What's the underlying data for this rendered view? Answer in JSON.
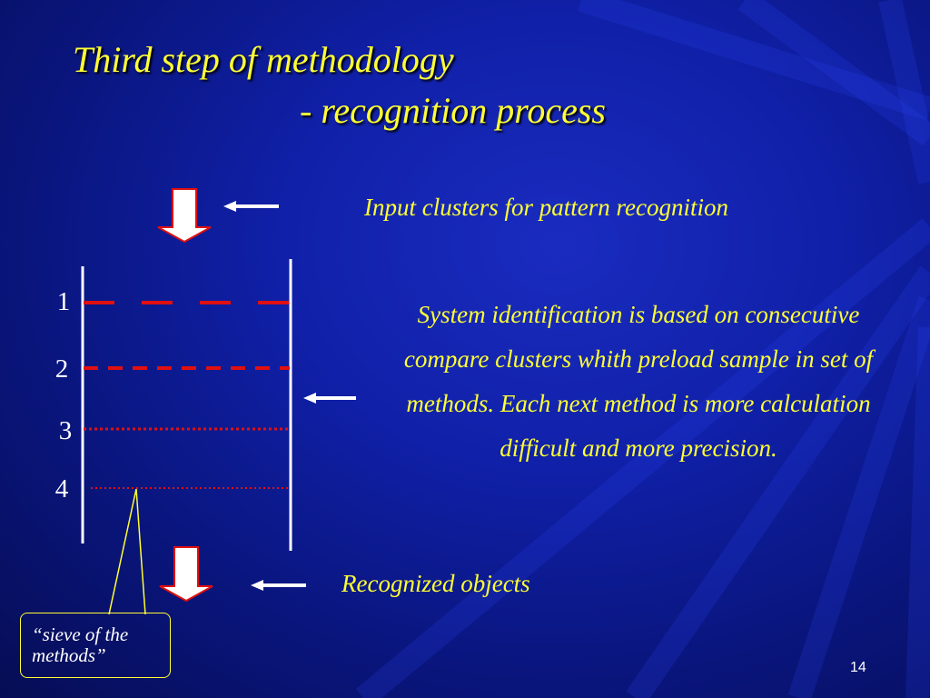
{
  "slide": {
    "title_line1": "Third step of methodology",
    "title_line2": "- recognition process",
    "input_label": "Input clusters for pattern recognition",
    "description": "System identification is based on consecutive compare clusters whith preload sample in set of methods. Each next method is more calculation difficult and more precision.",
    "output_label": "Recognized objects",
    "callout": "“sieve of the methods”",
    "page_number": "14"
  },
  "sieve_levels": [
    {
      "number": "1",
      "style": "long-dash"
    },
    {
      "number": "2",
      "style": "dash"
    },
    {
      "number": "3",
      "style": "dotted"
    },
    {
      "number": "4",
      "style": "fine-dotted"
    }
  ],
  "colors": {
    "text_accent": "#ffff33",
    "level_line": "#e01010",
    "arrow_fill": "#ffffff",
    "arrow_outline": "#e01010"
  }
}
